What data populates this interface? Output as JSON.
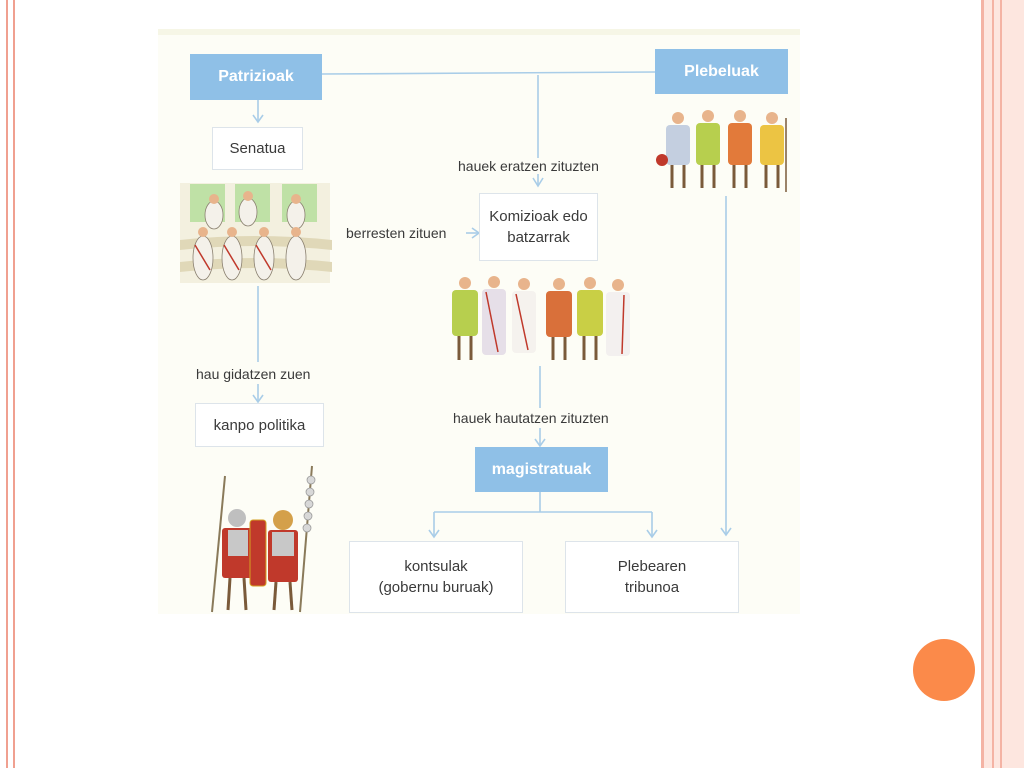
{
  "diagram": {
    "nodes": {
      "patrizioak": "Patrizioak",
      "plebeluak": "Plebeluak",
      "senatua": "Senatua",
      "komizioak_line1": "Komizioak edo",
      "komizioak_line2": "batzarrak",
      "kanpo_politika": "kanpo politika",
      "magistratuak": "magistratuak",
      "kontsulak_line1": "kontsulak",
      "kontsulak_line2": "(gobernu buruak)",
      "tribunoa_line1": "Plebearen",
      "tribunoa_line2": "tribunoa"
    },
    "edges": {
      "eratzen": "hauek eratzen zituzten",
      "berresten": "berresten zituen",
      "gidatzen": "hau gidatzen zuen",
      "hautatzen": "hauek hautatzen zituzten"
    }
  },
  "colors": {
    "accent_blue": "#8fc0e7",
    "line_blue": "#a9cde8",
    "orange_dot": "#fb8a4a",
    "frame": "#f4b3a4"
  }
}
